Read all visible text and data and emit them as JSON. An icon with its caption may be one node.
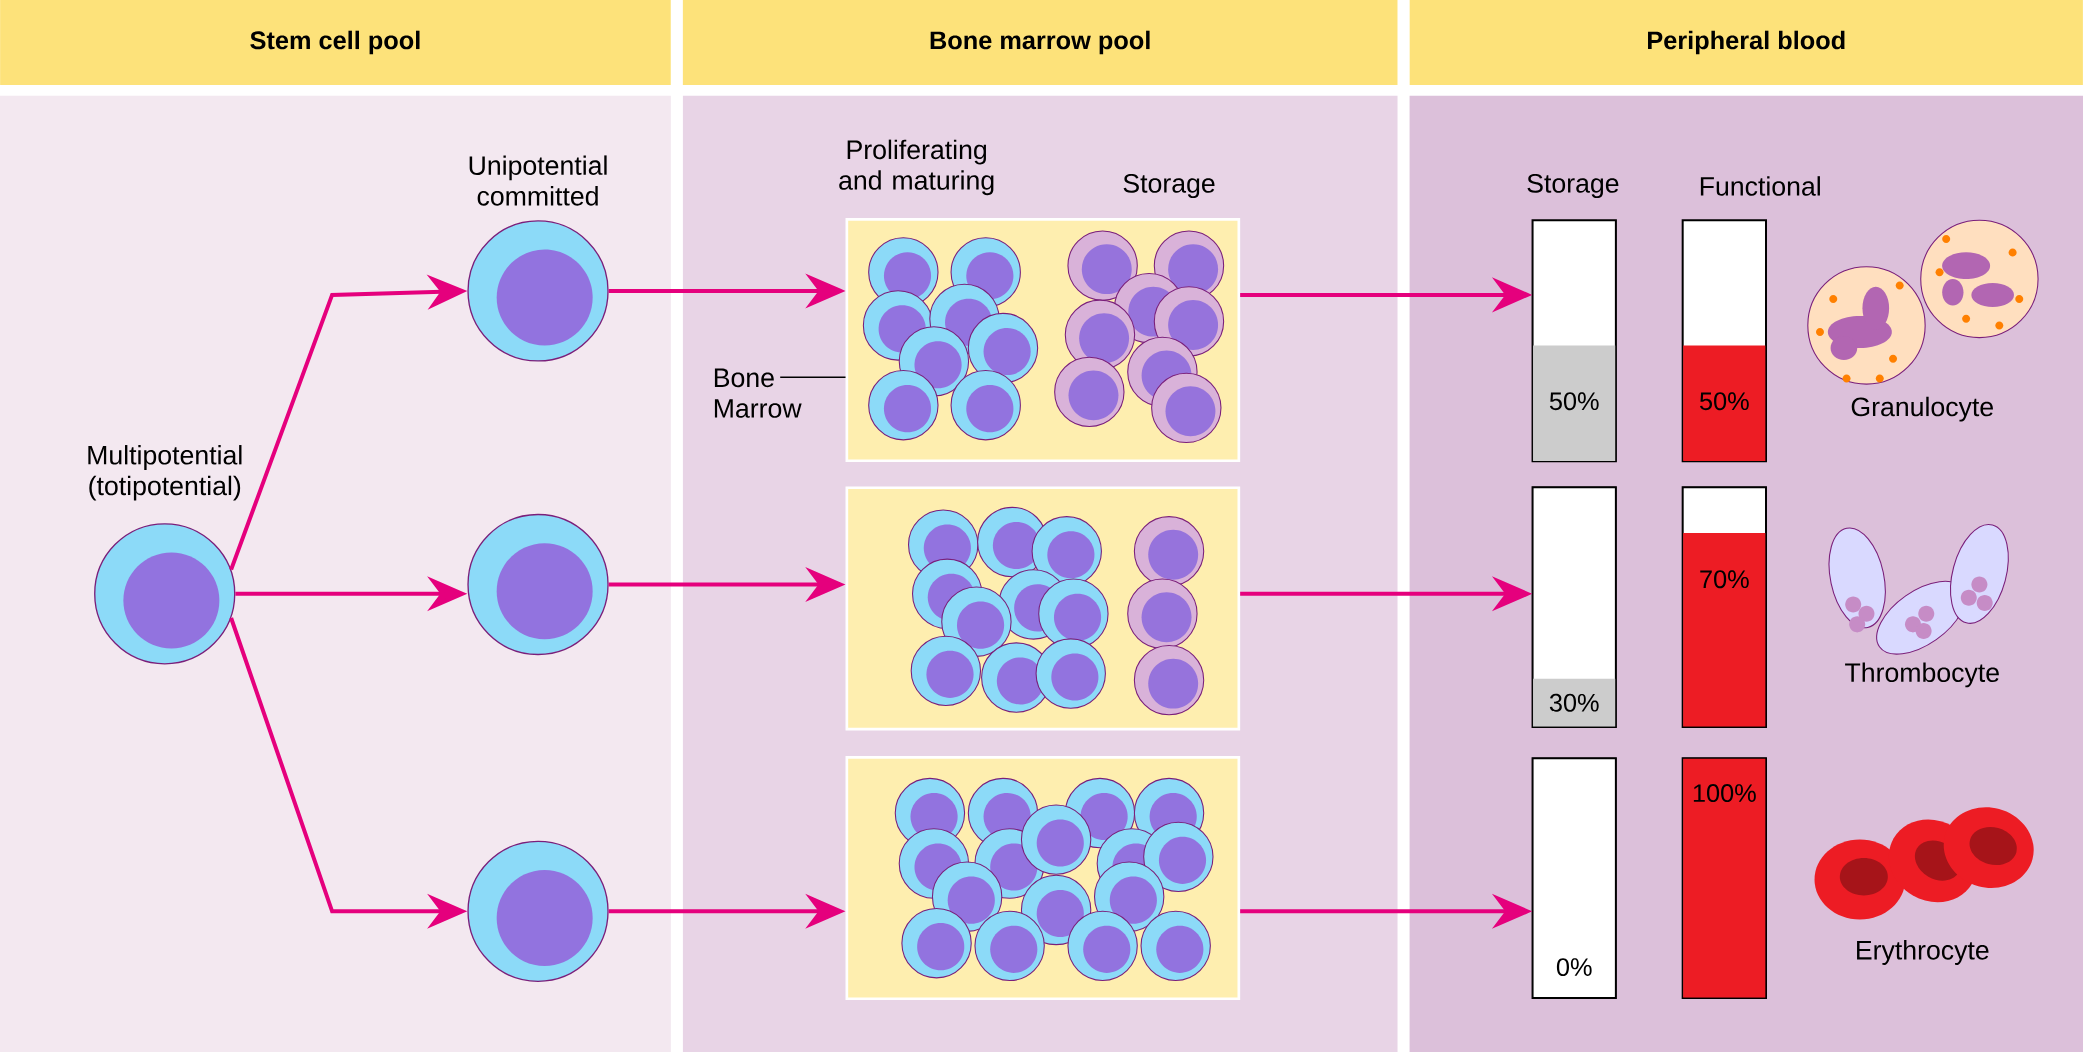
{
  "diagram": {
    "nodes": [
      {
        "text": [
          "Stem cell pool"
        ]
      },
      {
        "text": [
          "Bone marrow pool"
        ]
      },
      {
        "text": [
          "Peripheral blood"
        ]
      },
      {
        "text": [
          "Multipotential (totipotential)"
        ],
        "in": 0
      },
      {
        "text": [
          "Unipotential committed"
        ],
        "in": 0
      },
      {
        "text": [],
        "shape": "circle",
        "in": 0
      },
      {
        "text": [],
        "shape": "circle",
        "in": 0
      },
      {
        "text": [],
        "shape": "box",
        "in": 1,
        "beside": [
          "Proliferating and maturing",
          "Storage"
        ]
      },
      {
        "text": [],
        "shape": "box",
        "in": 1
      },
      {
        "text": [],
        "shape": "box",
        "in": 1
      },
      {
        "text": [
          "50%"
        ],
        "in": 2
      },
      {
        "text": [
          "50%"
        ],
        "in": 2
      },
      {
        "text": [
          "30%"
        ],
        "in": 2
      },
      {
        "text": [
          "70%"
        ],
        "in": 2
      },
      {
        "text": [
          "0%"
        ],
        "in": 2
      },
      {
        "text": [
          "100%"
        ],
        "in": 2
      },
      {
        "text": [
          "Granulocyte"
        ],
        "in": 2
      },
      {
        "text": [
          "Thrombocyte"
        ],
        "in": 2
      },
      {
        "text": [
          "Erythrocyte"
        ],
        "in": 2
      },
      {
        "text": [
          "Bone Marrow"
        ],
        "in": 1
      }
    ],
    "edges": [
      {
        "from": 3,
        "to": 4,
        "arrow": "to"
      },
      {
        "from": 3,
        "to": 5,
        "arrow": "to"
      },
      {
        "from": 3,
        "to": 6,
        "arrow": "to"
      },
      {
        "from": 4,
        "to": 7,
        "arrow": "to"
      },
      {
        "from": 5,
        "to": 8,
        "arrow": "to"
      },
      {
        "from": 6,
        "to": 9,
        "arrow": "to"
      },
      {
        "from": 7,
        "to": 10,
        "arrow": "to"
      },
      {
        "from": 8,
        "to": 12,
        "arrow": "to"
      },
      {
        "from": 9,
        "to": 14,
        "arrow": "to"
      },
      {
        "from": 19,
        "to": 7,
        "arrow": "none",
        "color": "#000000"
      }
    ],
    "labels": [
      "Storage",
      "Functional"
    ]
  }
}
